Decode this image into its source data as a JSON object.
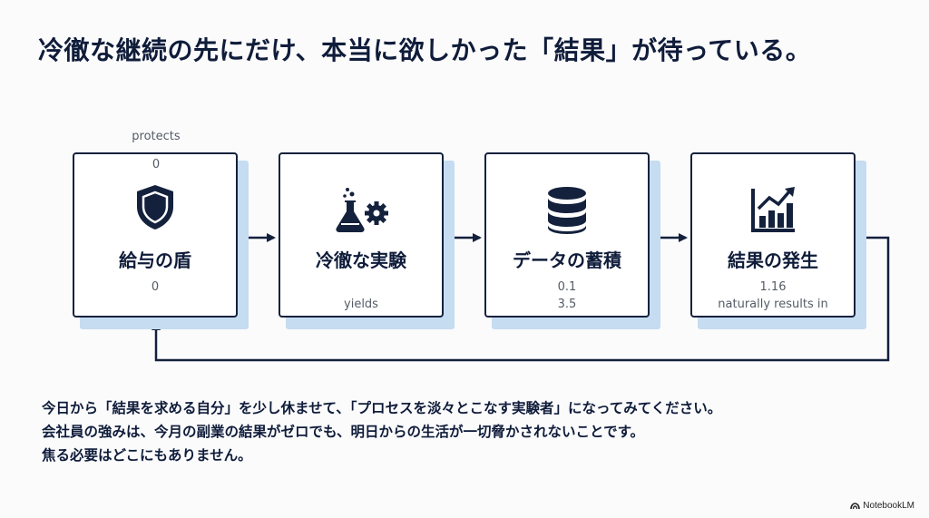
{
  "title": "冷徹な継続の先にだけ、本当に欲しかった「結果」が待っている。",
  "nodes": [
    {
      "label": "給与の盾",
      "icon": "shield-icon",
      "above_text": "protects",
      "top_value": "0",
      "values": [
        "0"
      ]
    },
    {
      "label": "冷徹な実験",
      "icon": "flask-gear-icon",
      "values": [
        "yields"
      ]
    },
    {
      "label": "データの蓄積",
      "icon": "database-icon",
      "values": [
        "0.1",
        "3.5"
      ]
    },
    {
      "label": "結果の発生",
      "icon": "growth-chart-icon",
      "values": [
        "1.16",
        "naturally results in"
      ]
    }
  ],
  "body": [
    "今日から「結果を求める自分」を少し休ませて、「プロセスを淡々とこなす実験者」になってみてください。",
    "会社員の強みは、今月の副業の結果がゼロでも、明日からの生活が一切脅かされないことです。",
    "焦る必要はどこにもありません。"
  ],
  "brand": "NotebookLM",
  "colors": {
    "navy": "#14213d",
    "shadow": "#c5dcf1",
    "background": "#fbfbfc"
  }
}
